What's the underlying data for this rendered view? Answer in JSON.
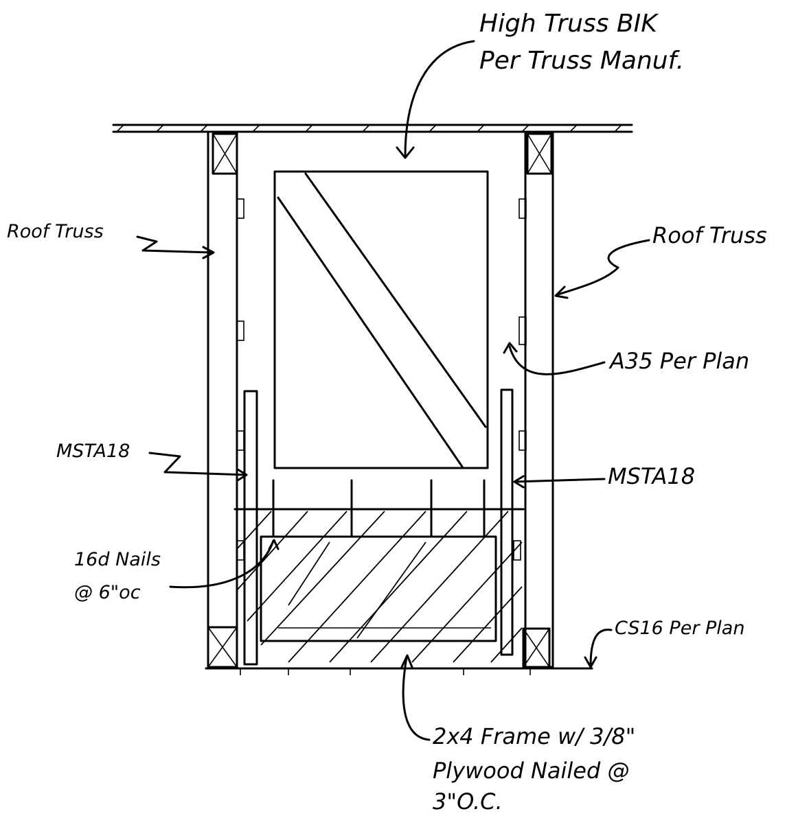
{
  "labels": {
    "blocking_line1": "High Truss BIK",
    "blocking_line2": "Per Truss Manuf.",
    "roof_truss_left": "Roof Truss",
    "roof_truss_right": "Roof Truss",
    "a35": "A35 Per Plan",
    "msta_left": "MSTA18",
    "msta_right": "MSTA18",
    "nails_line1": "16d Nails",
    "nails_line2": "@ 6\"oc",
    "cs16": "CS16 Per Plan",
    "frame_line1": "2x4 Frame w/ 3/8\"",
    "frame_line2": "Plywood Nailed @",
    "frame_line3": "3\"O.C."
  },
  "colors": {
    "ink": "#000000",
    "paper": "#ffffff"
  }
}
